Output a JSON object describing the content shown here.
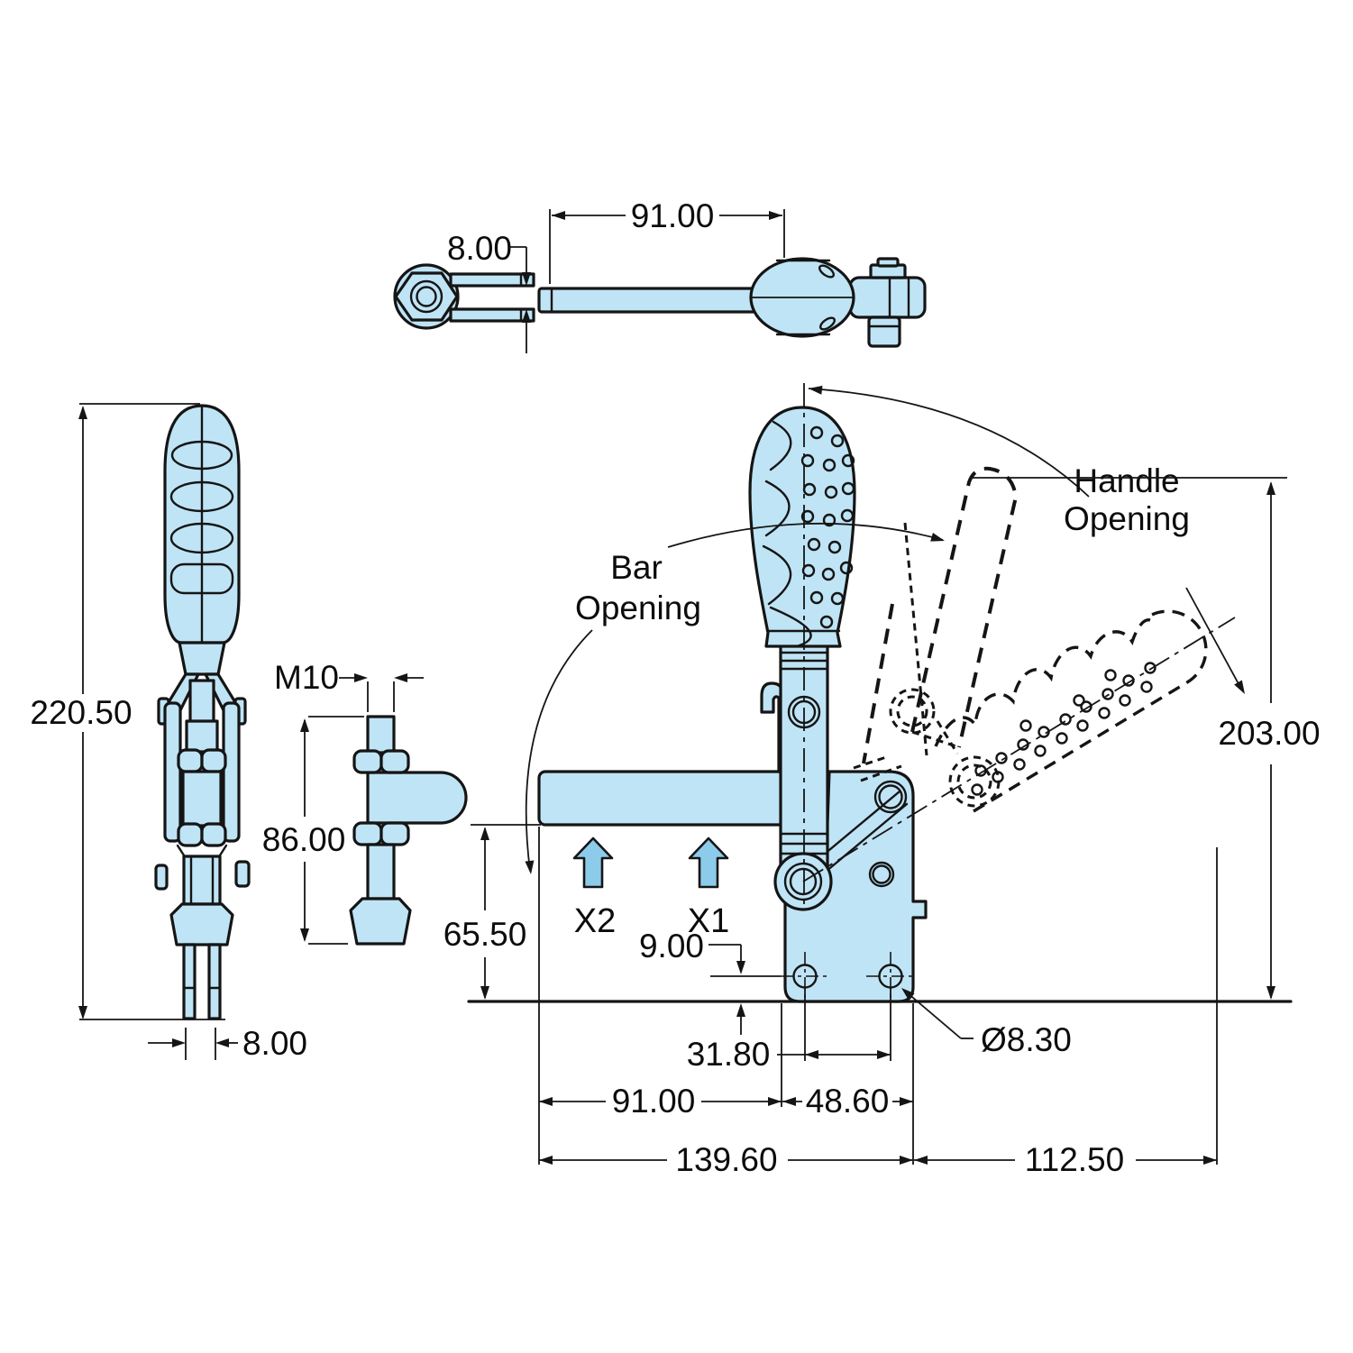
{
  "drawing_type": "toggle-clamp-dimension-drawing",
  "labels": {
    "bar_opening_line1": "Bar",
    "bar_opening_line2": "Opening",
    "handle_opening_line1": "Handle",
    "handle_opening_line2": "Opening",
    "force_point_1": "X1",
    "force_point_2": "X2"
  },
  "dims": {
    "top_bar_length": "91.00",
    "top_slot_width": "8.00",
    "side_overall_height": "220.50",
    "side_prong_width": "8.00",
    "spindle_thread": "M10",
    "spindle_length": "86.00",
    "bar_underside_height": "65.50",
    "hole_edge_offset": "9.00",
    "hole_pitch": "31.80",
    "bar_reach": "91.00",
    "base_right_width": "48.60",
    "overall_base_length": "139.60",
    "open_handle_reach": "112.50",
    "open_overall_height": "203.00",
    "mounting_hole_diameter": "Ø8.30"
  },
  "colors": {
    "part_fill": "#BFE4F5",
    "force_arrow_fill": "#8CCBEA",
    "line_color": "#151515",
    "background": "#FFFFFF"
  }
}
